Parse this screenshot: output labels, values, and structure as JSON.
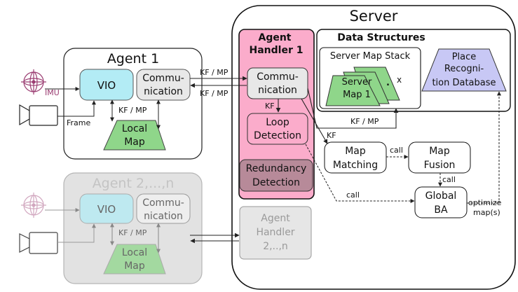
{
  "agent1": {
    "title": "Agent 1",
    "vio": "VIO",
    "comm_1": "Commu-",
    "comm_2": "nication",
    "local_map_1": "Local",
    "local_map_2": "Map",
    "kf_mp": "KF / MP"
  },
  "agent2": {
    "title": "Agent 2,...,n",
    "vio": "VIO",
    "comm_1": "Commu-",
    "comm_2": "nication",
    "local_map_1": "Local",
    "local_map_2": "Map",
    "kf_mp": "KF / MP"
  },
  "sensors": {
    "imu": "IMU",
    "frame": "Frame"
  },
  "links": {
    "kf_mp_top": "KF / MP",
    "kf_mp_bottom": "KF / MP"
  },
  "server": {
    "title": "Server",
    "data_structures": "Data Structures",
    "map_stack": "Server Map Stack",
    "server_map_1": "Server",
    "server_map_2": "Map 1",
    "x_label": "x",
    "place_recog_1": "Place",
    "place_recog_2": "Recogni-",
    "place_recog_3": "tion Database",
    "kf_mp": "KF / MP",
    "kf": "KF"
  },
  "handler1": {
    "title_1": "Agent",
    "title_2": "Handler 1",
    "comm_1": "Commu-",
    "comm_2": "nication",
    "kf": "KF",
    "loop_1": "Loop",
    "loop_2": "Detection",
    "redundancy_1": "Redundancy",
    "redundancy_2": "Detection"
  },
  "handler2": {
    "line_1": "Agent",
    "line_2": "Handler",
    "line_3": "2,..,n"
  },
  "processing": {
    "map_matching_1": "Map",
    "map_matching_2": "Matching",
    "map_fusion_1": "Map",
    "map_fusion_2": "Fusion",
    "global_ba_1": "Global",
    "global_ba_2": "BA",
    "call_1": "call",
    "call_2": "call",
    "call_3": "call",
    "optimize_1": "optimize",
    "optimize_2": "map(s)"
  },
  "colors": {
    "vio": "#b3ecf5",
    "local_map": "#8fd68a",
    "handler_pink": "#fbaccb",
    "redundancy": "#b78a99",
    "place_recognition": "#c8c8f5",
    "agent2_bg": "#e2e2e2",
    "imu_icon": "#9b3d72"
  },
  "icons": [
    "imu-icon",
    "camera-icon"
  ]
}
